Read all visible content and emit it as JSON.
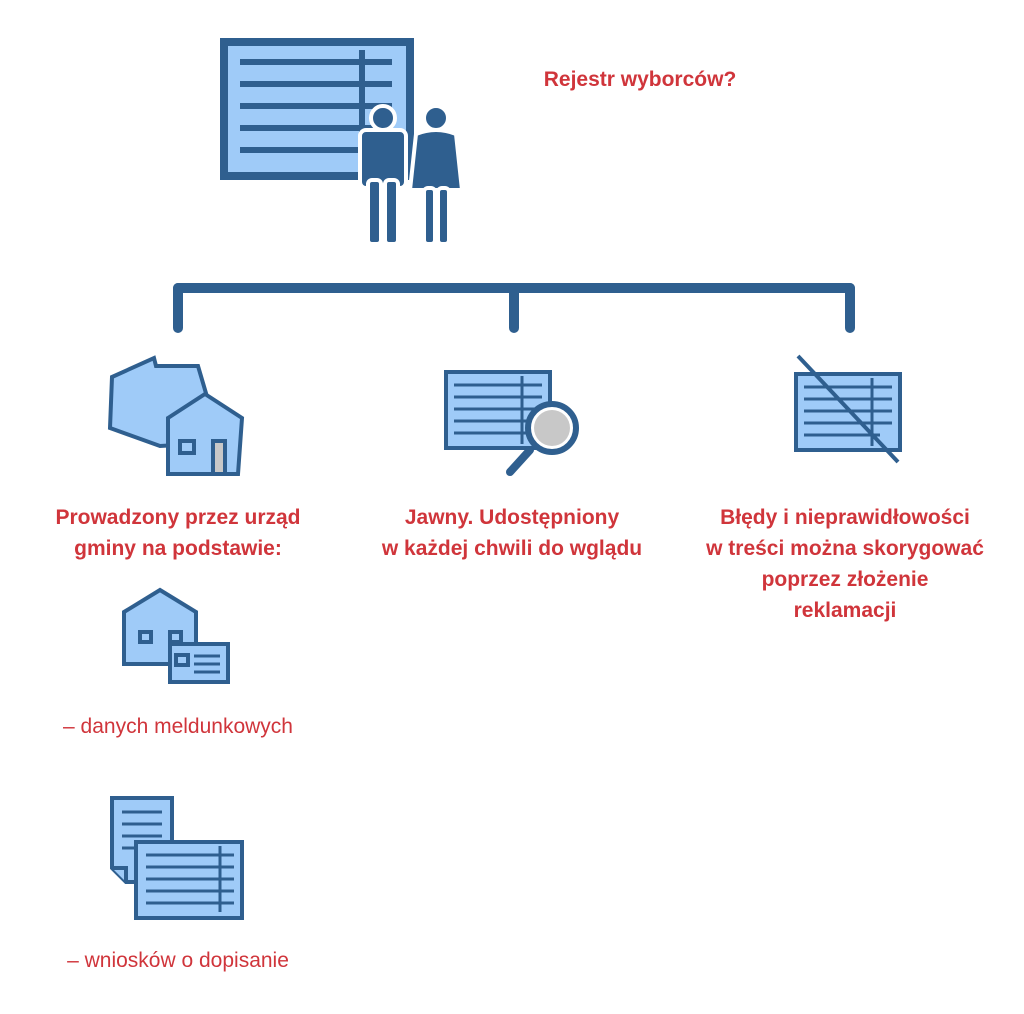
{
  "title": "Rejestr wyborców?",
  "branches": [
    {
      "lines": [
        "Prowadzony przez urząd",
        "gminy na podstawie:"
      ],
      "subitems": [
        {
          "label": "– danych meldunkowych"
        },
        {
          "label": "– wniosków o dopisanie"
        }
      ]
    },
    {
      "lines": [
        "Jawny. Udostępniony",
        "w każdej chwili do wglądu"
      ]
    },
    {
      "lines": [
        "Błędy i nieprawidłowości",
        "w treści można skorygować",
        "poprzez złożenie",
        "reklamacji"
      ]
    }
  ],
  "colors": {
    "stroke": "#2f5f8f",
    "fill": "#9fcbf8",
    "text": "#d0353b",
    "gray": "#c8c8c8"
  }
}
